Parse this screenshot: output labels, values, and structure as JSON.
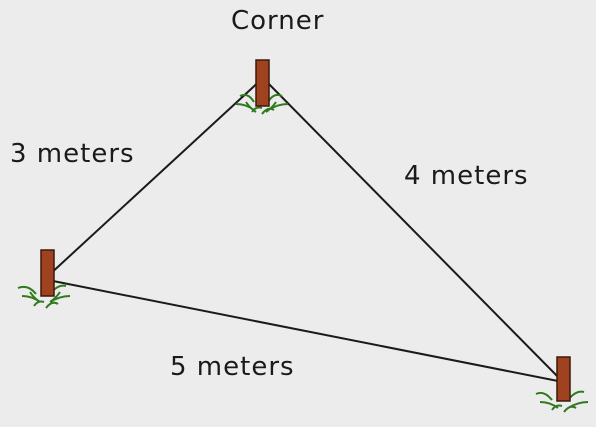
{
  "labels": {
    "corner": "Corner",
    "side_left": "3 meters",
    "side_right": "4 meters",
    "side_bottom": "5 meters"
  },
  "colors": {
    "background": "#ececec",
    "stake": "#a0421f",
    "stake_outline": "#3a1a0c",
    "rope": "#1a1a1a",
    "grass": "#2f7a1f"
  }
}
